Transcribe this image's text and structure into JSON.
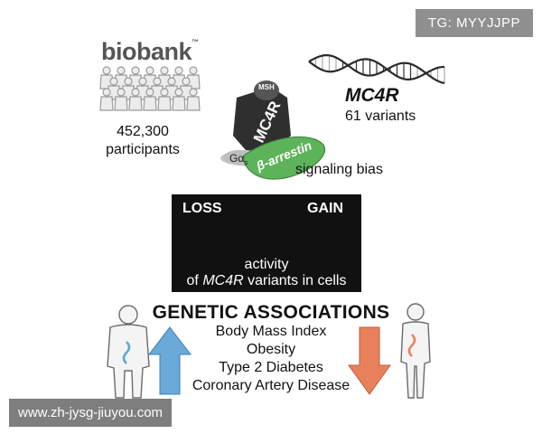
{
  "watermark_tag": "TG: MYYJJPP",
  "biobank": {
    "logo": "biobank",
    "count": "452,300",
    "label": "participants"
  },
  "gene": {
    "name": "MC4R",
    "variants": "61 variants",
    "icon": "dna-helix-icon"
  },
  "receptor": {
    "msh": "MSH",
    "receptor": "MC4R",
    "g_alpha": "Gα",
    "g_alpha_sub": "s",
    "arrestin": "β-arrestin",
    "bias_label": "signaling bias"
  },
  "gauge": {
    "loss": "LOSS",
    "gain": "GAIN",
    "activity_line1": "activity",
    "activity_line2_prefix": "of ",
    "activity_line2_gene": "MC4R",
    "activity_line2_suffix": " variants in cells",
    "colors": {
      "blue": [
        "#3a7fc4",
        "#5f9bd3",
        "#8cb9e2",
        "#b6d3ee"
      ],
      "grey": [
        "#d6d6d6",
        "#e4e4e4",
        "#d6d6d6"
      ],
      "red": [
        "#f6c2b0",
        "#f29b7c",
        "#ec7552",
        "#e3542f"
      ],
      "needle": "#2e8b3a"
    }
  },
  "associations": {
    "title": "GENETIC ASSOCIATIONS",
    "items": [
      "Body Mass Index",
      "Obesity",
      "Type 2 Diabetes",
      "Coronary Artery Disease"
    ],
    "arrow_up_color": "#6aa9d8",
    "arrow_down_color": "#e9805c"
  },
  "url_watermark": "www.zh-jysg-jiuyou.com"
}
